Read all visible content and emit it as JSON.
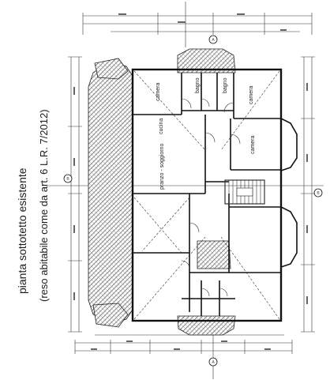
{
  "caption": {
    "line1": "pianta sottotetto esistente",
    "line2": "(reso abitabile come da art. 6 L.R. 7/2012)"
  },
  "rooms": {
    "camera_top_left": "camera",
    "bagno_1": "bagno",
    "bagno_2": "bagno",
    "camera_top_right": "camera",
    "cucina": "cucina",
    "camera_right": "camera",
    "pranzo_soggiorno": "pranzo - soggiorno"
  },
  "markers": {
    "section_a": "A",
    "section_b": "B"
  },
  "colors": {
    "ink": "#111111",
    "hatch": "#555555",
    "paper": "#ffffff"
  }
}
